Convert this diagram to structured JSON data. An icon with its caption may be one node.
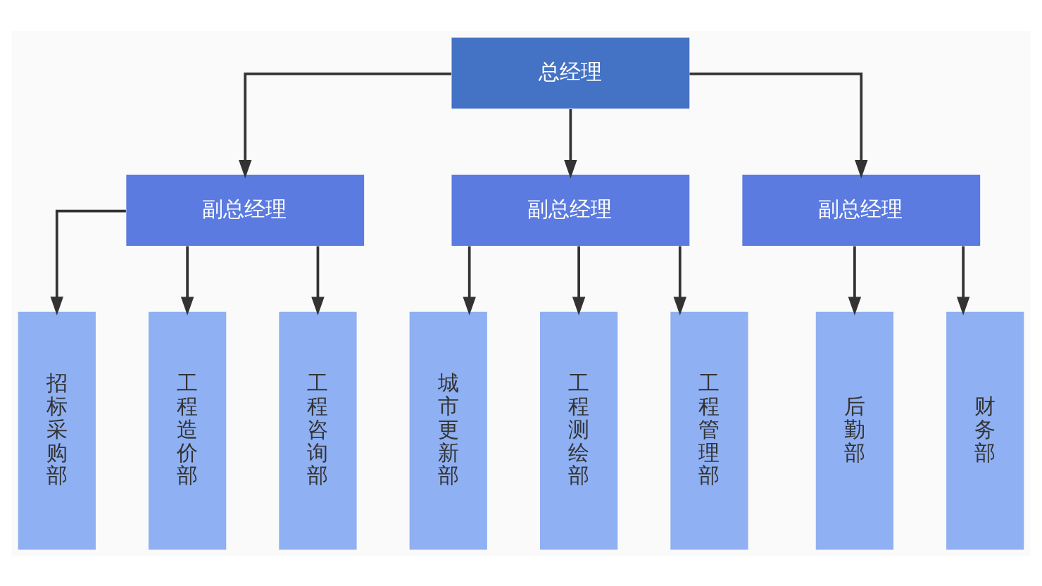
{
  "diagram": {
    "nodes": [
      {
        "text": [
          "总经理"
        ]
      },
      {
        "text": [
          "副总经理"
        ]
      },
      {
        "text": [
          "副总经理"
        ]
      },
      {
        "text": [
          "副总经理"
        ]
      },
      {
        "text": [
          "招标采购部"
        ]
      },
      {
        "text": [
          "工程造价部"
        ]
      },
      {
        "text": [
          "工程咨询部"
        ]
      },
      {
        "text": [
          "城市更新部"
        ]
      },
      {
        "text": [
          "工程测绘部"
        ]
      },
      {
        "text": [
          "工程管理部"
        ]
      },
      {
        "text": [
          "后勤部"
        ]
      },
      {
        "text": [
          "财务部"
        ]
      }
    ],
    "edges": [
      {
        "from": 0,
        "to": 1,
        "arrow": "to"
      },
      {
        "from": 0,
        "to": 2,
        "arrow": "to"
      },
      {
        "from": 0,
        "to": 3,
        "arrow": "to"
      },
      {
        "from": 1,
        "to": 4,
        "arrow": "to"
      },
      {
        "from": 1,
        "to": 5,
        "arrow": "to"
      },
      {
        "from": 1,
        "to": 6,
        "arrow": "to"
      },
      {
        "from": 2,
        "to": 7,
        "arrow": "to"
      },
      {
        "from": 2,
        "to": 8,
        "arrow": "to"
      },
      {
        "from": 2,
        "to": 9,
        "arrow": "to"
      },
      {
        "from": 3,
        "to": 10,
        "arrow": "to"
      },
      {
        "from": 3,
        "to": 11,
        "arrow": "to"
      }
    ]
  }
}
